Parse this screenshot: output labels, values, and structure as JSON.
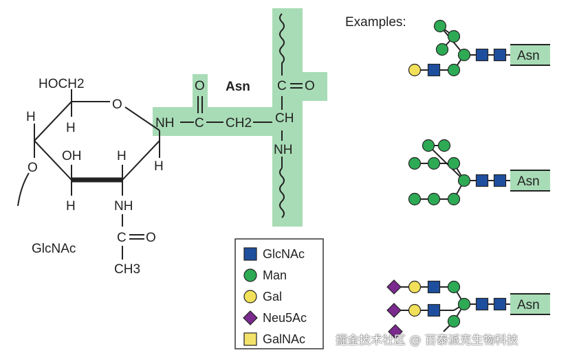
{
  "colors": {
    "highlight": "#a8dcb6",
    "glcnac": "#1e4f9e",
    "man": "#2eaa55",
    "gal": "#f2e05a",
    "neu5ac": "#7b2a8e",
    "galnac": "#f2e26a",
    "line": "#222222"
  },
  "structure": {
    "ring_carbon_label": "HOCH2",
    "ring_oxygen": "O",
    "ring_h_labels": [
      "H",
      "H",
      "H",
      "H",
      "H"
    ],
    "ring_oh": "OH",
    "ring_o_left": "O",
    "nh_left": "NH",
    "carbonyl_o": "O",
    "c1": "C",
    "ch2": "CH2",
    "asn_label": "Asn",
    "ch": "CH",
    "nh_right": "NH",
    "c_top": "C",
    "o_top": "O",
    "nh_bottom": "NH",
    "c_bottom": "C",
    "o_bottom": "O",
    "ch3": "CH3",
    "sugar_name": "GlcNAc"
  },
  "examples": {
    "title": "Examples:",
    "asn_box_label": "Asn"
  },
  "legend": [
    {
      "label": "GlcNAc",
      "shape": "square",
      "color_key": "glcnac"
    },
    {
      "label": "Man",
      "shape": "circle",
      "color_key": "man"
    },
    {
      "label": "Gal",
      "shape": "circle",
      "color_key": "gal"
    },
    {
      "label": "Neu5Ac",
      "shape": "diamond",
      "color_key": "neu5ac"
    },
    {
      "label": "GalNAc",
      "shape": "square",
      "color_key": "galnac"
    }
  ],
  "watermark": "掘金技术社区 @ 百泰派克生物科技"
}
